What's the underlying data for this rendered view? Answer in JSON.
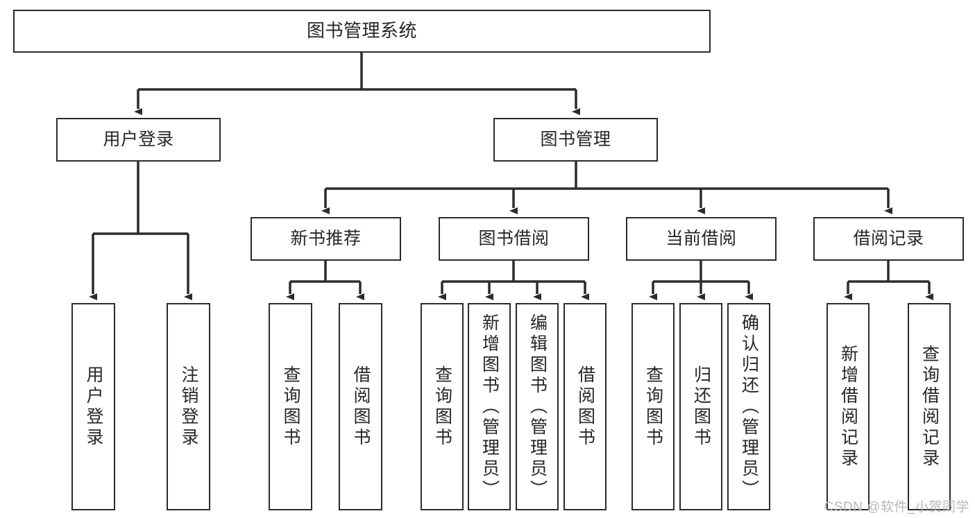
{
  "diagram": {
    "type": "tree",
    "title": "图书管理系统",
    "nodes": {
      "root": {
        "label": "图书管理系统"
      },
      "level2": [
        {
          "label": "用户登录"
        },
        {
          "label": "图书管理"
        }
      ],
      "level3": [
        {
          "label": "新书推荐"
        },
        {
          "label": "图书借阅"
        },
        {
          "label": "当前借阅"
        },
        {
          "label": "借阅记录"
        }
      ],
      "leaves": {
        "user_login": [
          {
            "label": "用户登录"
          },
          {
            "label": "注销登录"
          }
        ],
        "new_book": [
          {
            "label": "查询图书"
          },
          {
            "label": "借阅图书"
          }
        ],
        "book_borrow": [
          {
            "label": "查询图书"
          },
          {
            "label": "新增图书（管理员）"
          },
          {
            "label": "编辑图书（管理员）"
          },
          {
            "label": "借阅图书"
          }
        ],
        "current_borrow": [
          {
            "label": "查询图书"
          },
          {
            "label": "归还图书"
          },
          {
            "label": "确认归还（管理员）"
          }
        ],
        "borrow_record": [
          {
            "label": "新增借阅记录"
          },
          {
            "label": "查询借阅记录"
          }
        ]
      }
    },
    "colors": {
      "stroke": "#2b2b2b",
      "fill": "#ffffff",
      "text": "#262626",
      "watermark": "#b8b8b8"
    }
  },
  "watermark": {
    "text": "CSDN @软件_小贺同学"
  }
}
